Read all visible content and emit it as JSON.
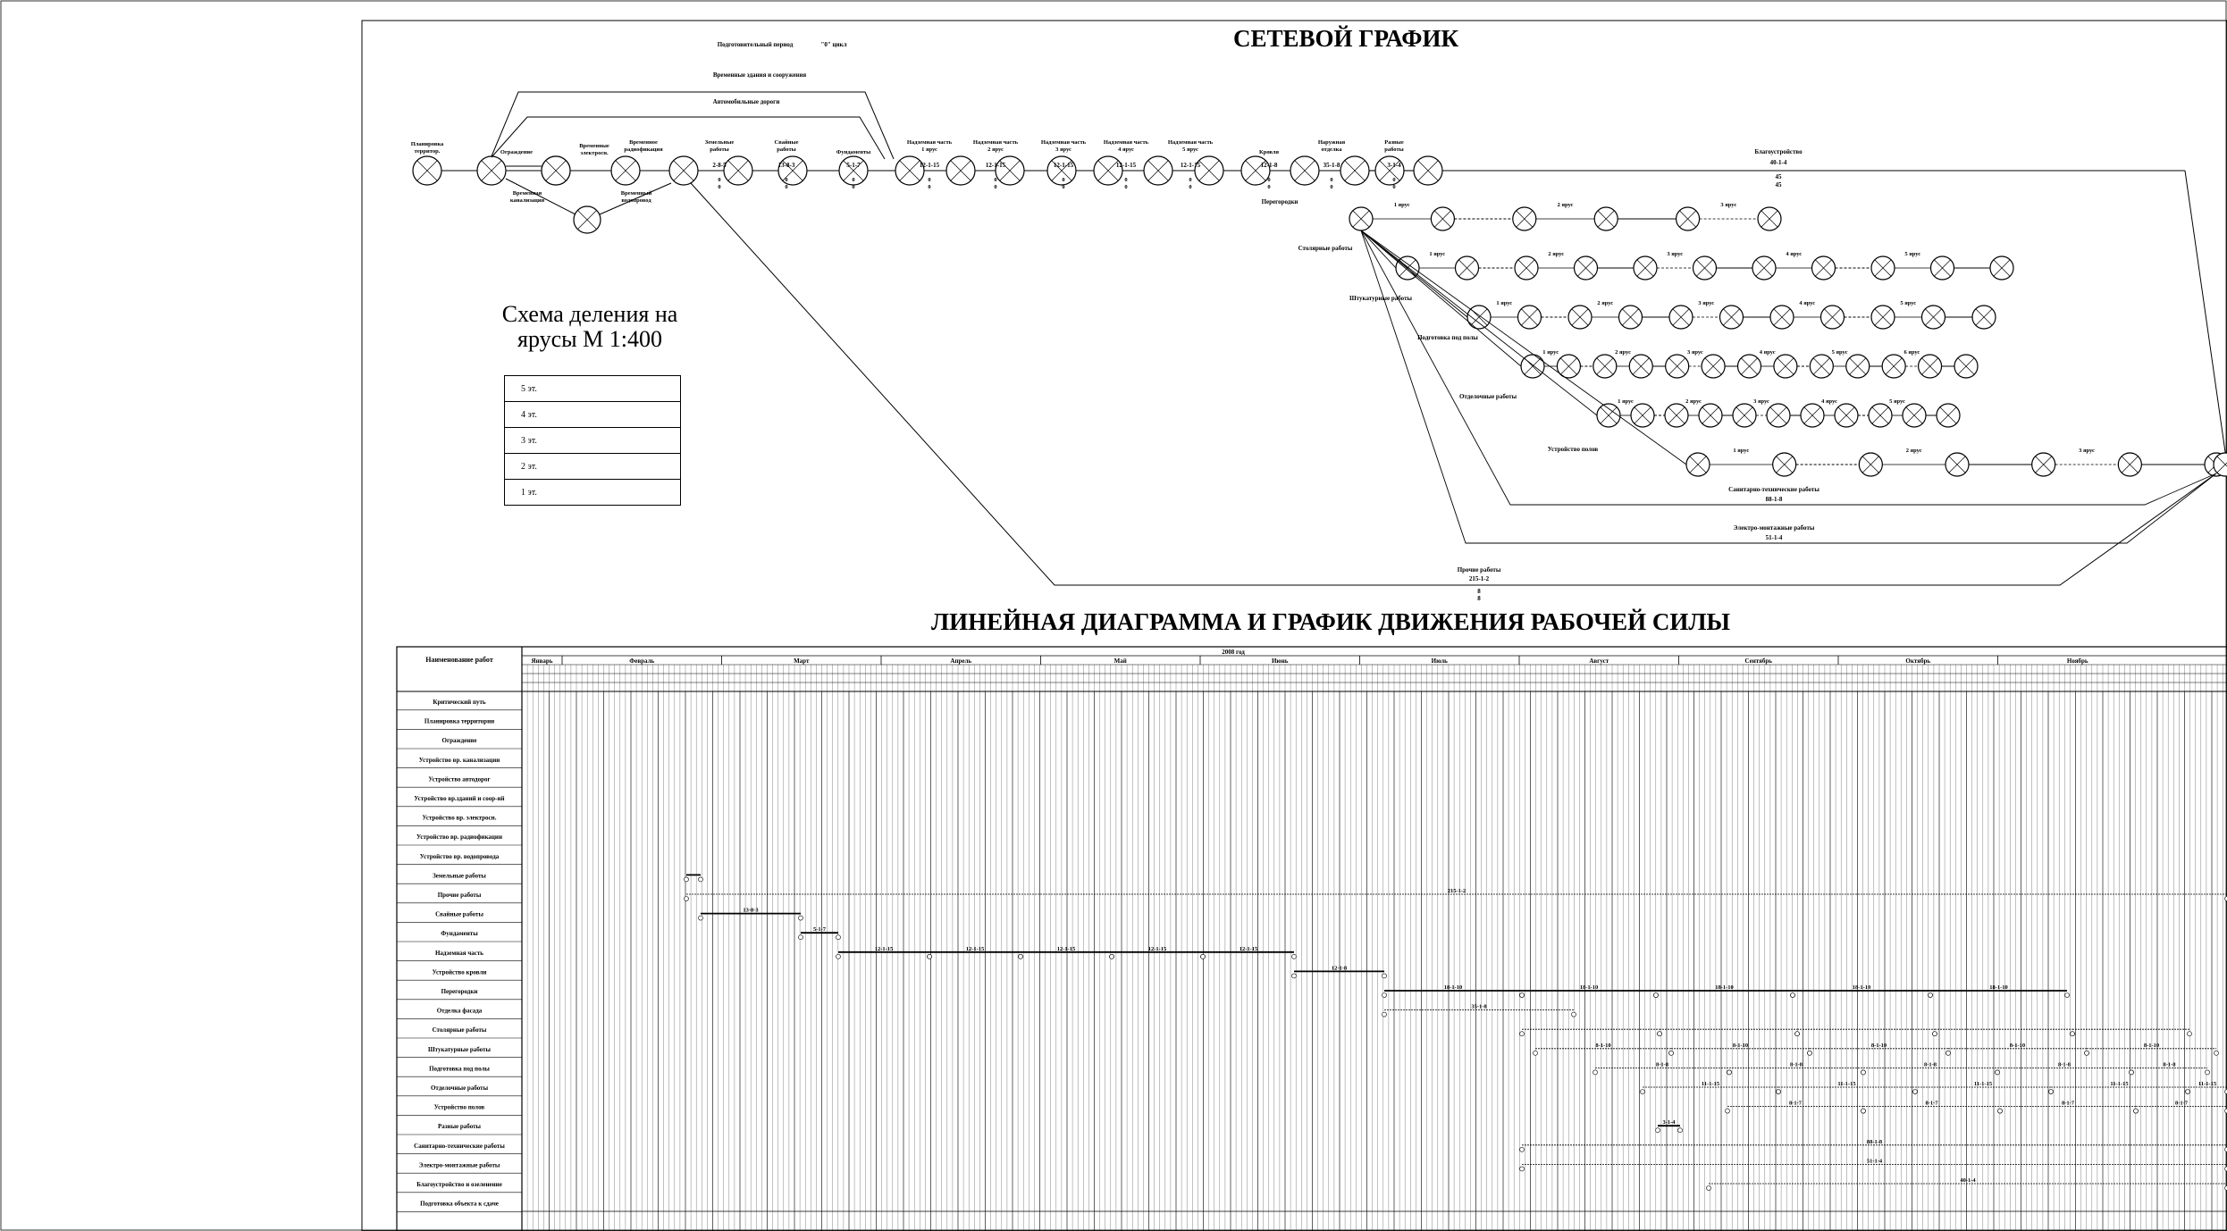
{
  "network": {
    "title": "СЕТЕВОЙ ГРАФИК",
    "prep_period": "Подготовительный период",
    "zero_cycle": "\"0\" цикл",
    "temp_buildings": "Временные здания и сооружения",
    "roads": "Автомобильные дороги",
    "landscaping": "Благоустройство",
    "landscaping_val": "40-1-4",
    "landscaping_val2": "45",
    "other_works": "Прочие работы",
    "other_works_val": "215-1-2",
    "sanitary": "Санитарно-технические работы",
    "sanitary_val": "88-1-8",
    "electrical": "Электро-монтажные работы",
    "electrical_val": "51-1-4",
    "floor_install": "Устройство полов",
    "partitions": "Перегородки",
    "joinery": "Столярные работы",
    "plaster": "Штукатурные работы",
    "floor_prep": "Подготовка под полы",
    "finishing": "Отделочные работы",
    "top_nodes": [
      {
        "label": "Планировка территор."
      },
      {
        "label": "Ограждение"
      },
      {
        "label": "Временные электросн."
      },
      {
        "label": "Временное радиофикация"
      },
      {
        "label": "Земельные работы",
        "dur": "2-8-5"
      },
      {
        "label": "Свайные работы",
        "dur": "13-8-3"
      },
      {
        "label": "Фундаменты",
        "dur": "5-1-7"
      },
      {
        "label": "Надземная часть 1 ярус",
        "dur": "12-1-15"
      },
      {
        "label": "Надземная часть 2 ярус",
        "dur": "12-1-15"
      },
      {
        "label": "Надземная часть 3 ярус",
        "dur": "12-1-15"
      },
      {
        "label": "Надземная часть 4 ярус",
        "dur": "12-1-15"
      },
      {
        "label": "Надземная часть 5 ярус",
        "dur": "12-1-15"
      },
      {
        "label": "Кровля",
        "dur": "12-1-8"
      },
      {
        "label": "Наружная отделка",
        "dur": "35-1-8"
      },
      {
        "label": "Разные работы",
        "dur": "3-1-4"
      }
    ],
    "temp_canal": "Временная канализация",
    "temp_water": "Временный водопровод"
  },
  "scheme": {
    "title_line1": "Схема деления на",
    "title_line2": "ярусы М 1:400",
    "floors": [
      "5 эт.",
      "4 эт.",
      "3 эт.",
      "2 эт.",
      "1 эт."
    ]
  },
  "gantt": {
    "title": "ЛИНЕЙНАЯ ДИАГРАММА И ГРАФИК ДВИЖЕНИЯ РАБОЧЕЙ СИЛЫ",
    "header_name": "Наименование работ",
    "year": "2008 год",
    "months": [
      "Январь",
      "Февраль",
      "Март",
      "Апрель",
      "Май",
      "Июнь",
      "Июль",
      "Август",
      "Сентябрь",
      "Октябрь",
      "Ноябрь"
    ],
    "rows": [
      "Критический путь",
      "Планировка территории",
      "Ограждение",
      "Устройство вр. канализации",
      "Устройство автодорог",
      "Устройство вр.зданий и соор-ий",
      "Устройство вр. электросн.",
      "Устройство вр. радиофикации",
      "Устройство вр. водопровода",
      "Земельные работы",
      "Прочие работы",
      "Свайные работы",
      "Фундаменты",
      "Надземная часть",
      "Устройство кровли",
      "Перегородки",
      "Отделка фасада",
      "Столярные работы",
      "Штукатурные работы",
      "Подготовка под полы",
      "Отделочные работы",
      "Устройство полов",
      "Разные работы",
      "Санитарно-технические работы",
      "Электро-монтажные работы",
      "Благоустройство и озеленение",
      "Подготовка объекта к сдаче"
    ],
    "bar_labels": {
      "other": "215-1-2",
      "piles": "13-8-3",
      "found": "5-1-7",
      "above": "12-1-15",
      "roof": "12-1-8",
      "partitions": "18-1-10",
      "facade": "35-1-8",
      "plaster": "8-1-10",
      "floorprep": "8-1-8",
      "finishing": "11-1-15",
      "floors": "8-1-7",
      "misc": "3-1-4",
      "sanitary": "88-1-8",
      "electrical": "51-1-4",
      "landscaping": "40-1-4"
    }
  }
}
